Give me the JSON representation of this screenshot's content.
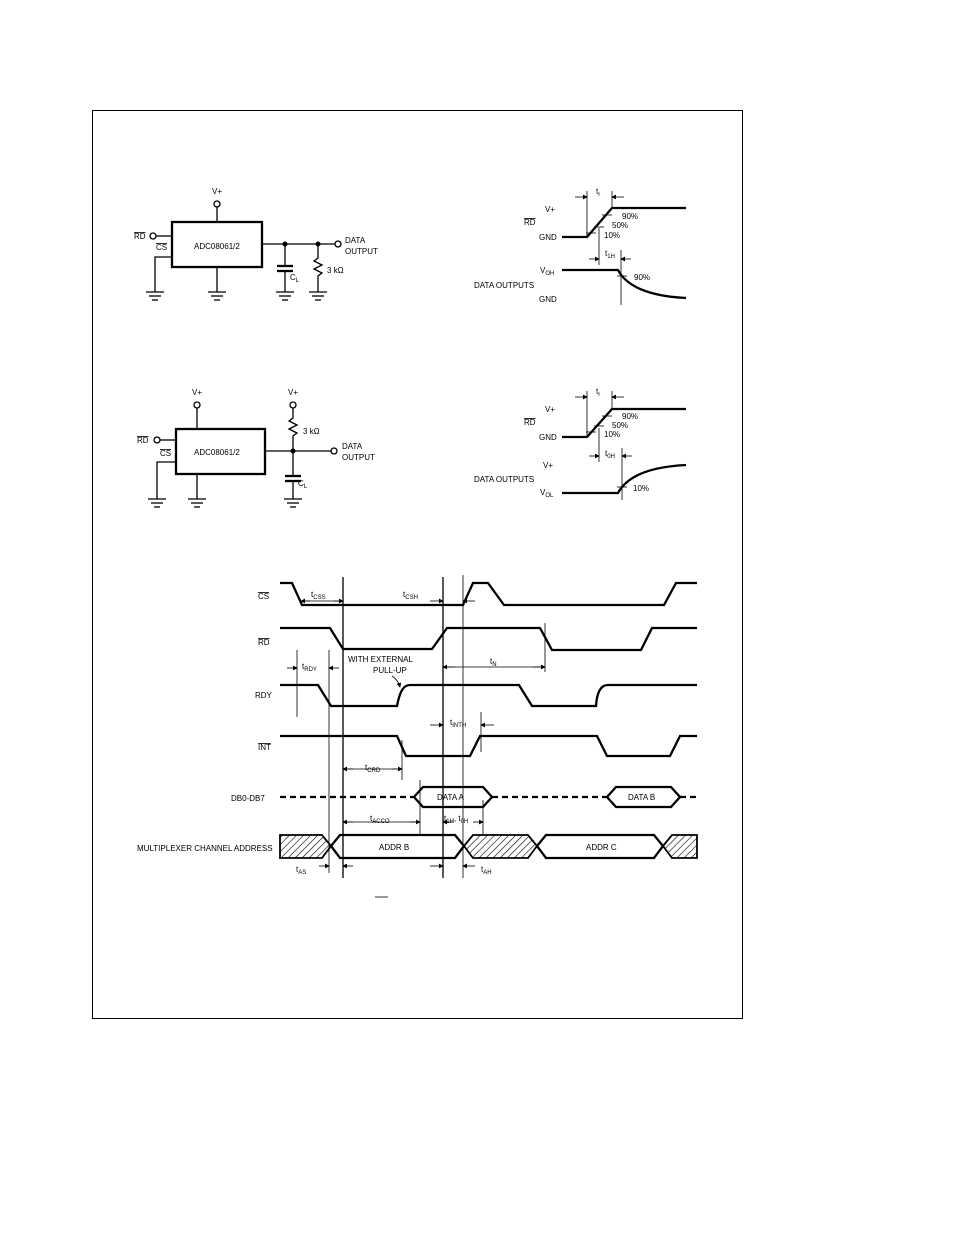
{
  "circuit1": {
    "chip": "ADC08061/2",
    "vplus": "V+",
    "rd": "RD",
    "cs": "CS",
    "cap": "C",
    "cap_sub": "L",
    "res": "3 kΩ",
    "out1": "DATA",
    "out2": "OUTPUT"
  },
  "circuit2": {
    "chip": "ADC08061/2",
    "vplus": "V+",
    "vplus_r": "V+",
    "rd": "RD",
    "cs": "CS",
    "res": "3 kΩ",
    "cap": "C",
    "cap_sub": "L",
    "out1": "DATA",
    "out2": "OUTPUT"
  },
  "wave1": {
    "tr": "t",
    "tr_sub": "r",
    "vplus": "V+",
    "rd": "RD",
    "gnd": "GND",
    "p90": "90%",
    "p50": "50%",
    "p10": "10%",
    "t1h": "t",
    "t1h_sub": "1H",
    "voh": "V",
    "voh_sub": "OH",
    "out90": "90%",
    "data_outputs": "DATA OUTPUTS",
    "gnd2": "GND"
  },
  "wave2": {
    "tr": "t",
    "tr_sub": "r",
    "vplus": "V+",
    "rd": "RD",
    "gnd": "GND",
    "p90": "90%",
    "p50": "50%",
    "p10": "10%",
    "t0h": "t",
    "t0h_sub": "0H",
    "vplus2": "V+",
    "data_outputs": "DATA OUTPUTS",
    "vol": "V",
    "vol_sub": "OL",
    "out10": "10%"
  },
  "timing": {
    "cs": "CS",
    "rd": "RD",
    "rdy": "RDY",
    "int": "INT",
    "db": "DB0-DB7",
    "mux": "MULTIPLEXER CHANNEL ADDRESS",
    "tcss": "t",
    "tcss_sub": "CSS",
    "tcsh": "t",
    "tcsh_sub": "CSH",
    "trdy": "t",
    "trdy_sub": "RDY",
    "pullup1": "WITH EXTERNAL",
    "pullup2": "PULL-UP",
    "tn": "t",
    "tn_sub": "N",
    "tinth": "t",
    "tinth_sub": "INTH",
    "tcrd": "t",
    "tcrd_sub": "CRD",
    "data_a": "DATA A",
    "data_b": "DATA B",
    "tacco": "t",
    "tacco_sub": "ACCO",
    "t1h0h": "t",
    "t1h0h_sub": "1H",
    "t1h0h_mid": ", t",
    "t1h0h_sub2": "0H",
    "addr_b": "ADDR B",
    "addr_c": "ADDR C",
    "tas": "t",
    "tas_sub": "AS",
    "tah": "t",
    "tah_sub": "AH"
  }
}
